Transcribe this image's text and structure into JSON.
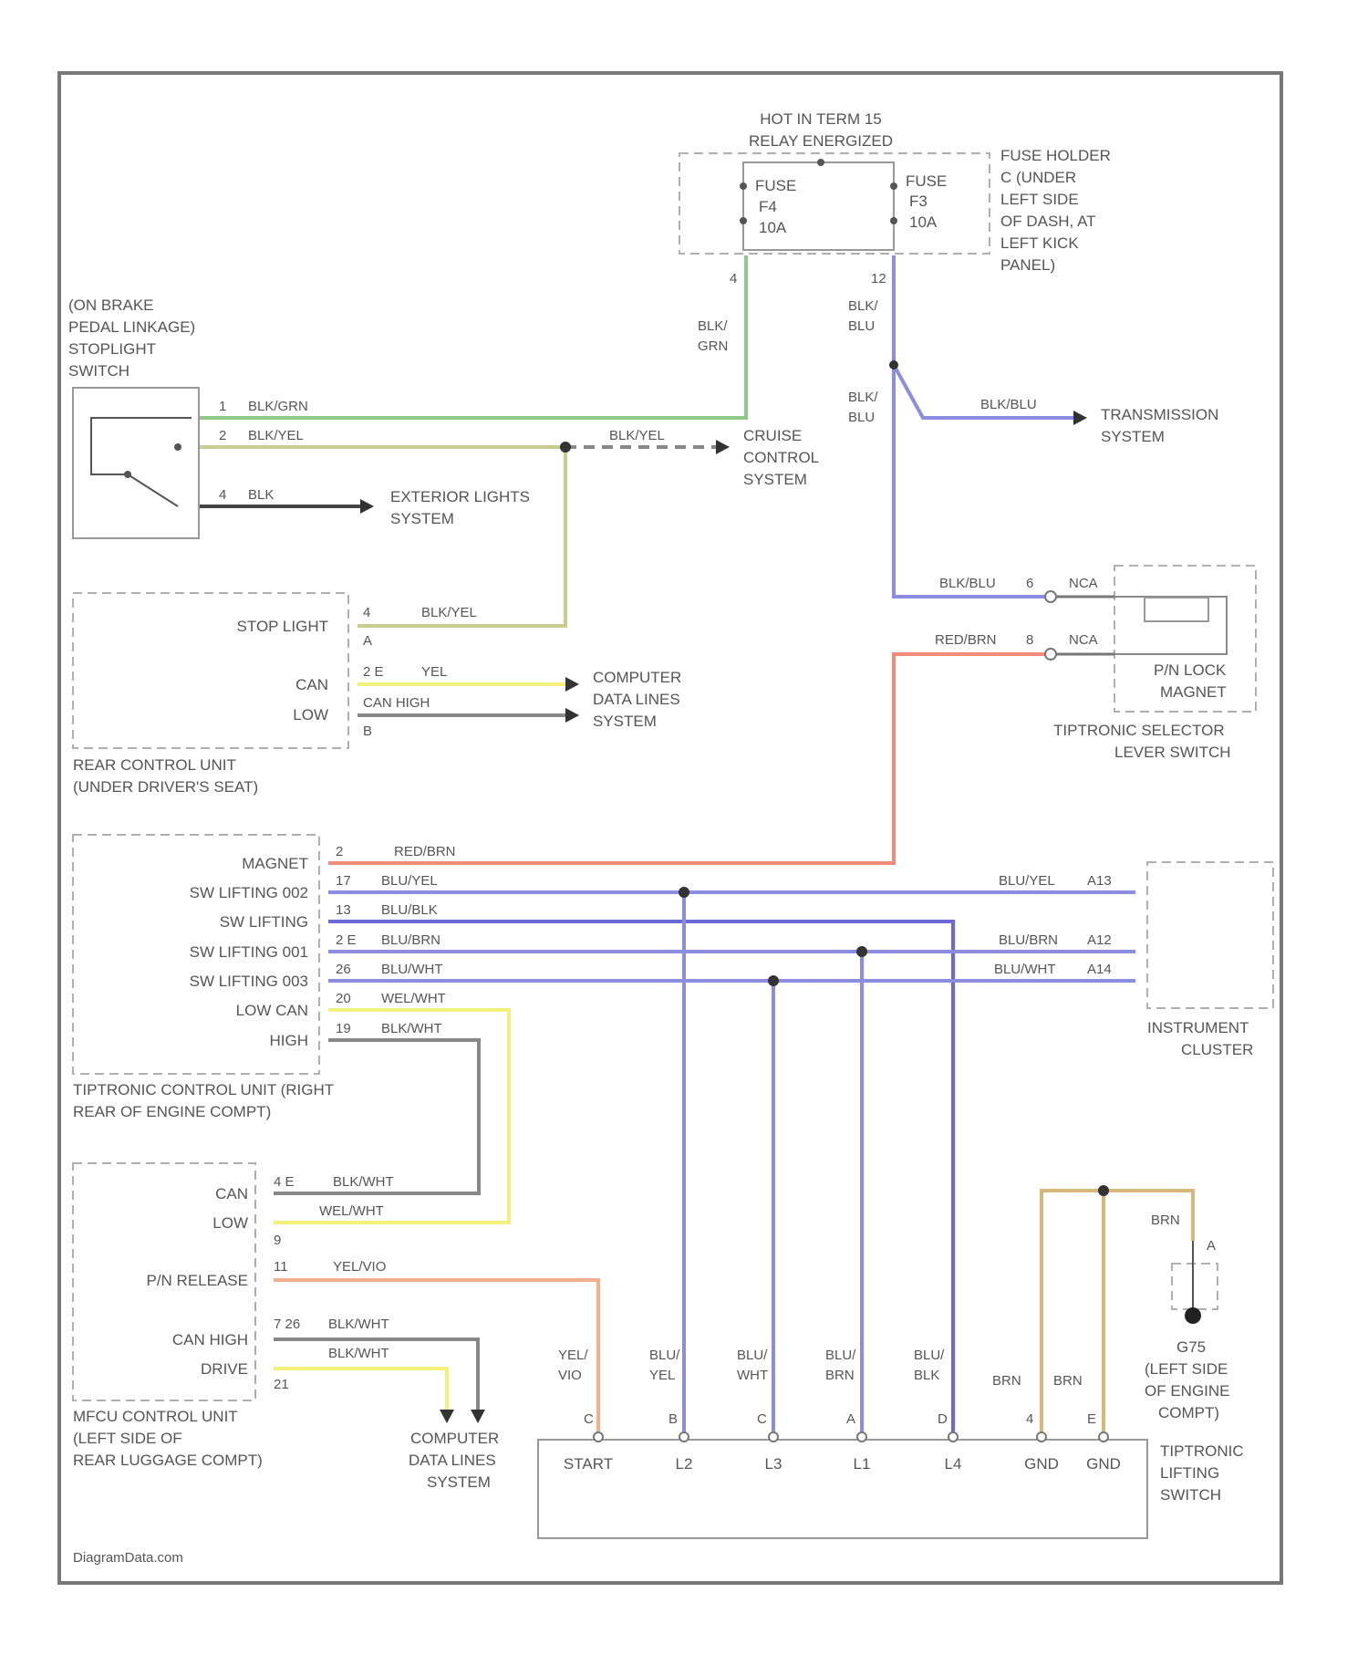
{
  "watermark": "DiagramData.com",
  "colors": {
    "blk_grn": "#8ec98a",
    "blk_yel": "#c9cc8e",
    "blue": "#8c8ce0",
    "dark_blue": "#6a6ad6",
    "red": "#f08a7a",
    "yellow": "#f2f27a",
    "gray": "#888888",
    "orange": "#f4b08e",
    "brown": "#d6b87a",
    "black": "#333333"
  },
  "fuse_block": {
    "header": [
      "HOT IN TERM 15",
      "RELAY ENERGIZED"
    ],
    "fuse_left": [
      "FUSE",
      "F4",
      "10A"
    ],
    "fuse_right": [
      "FUSE",
      "F3",
      "10A"
    ],
    "location": [
      "FUSE HOLDER",
      "C (UNDER",
      "LEFT SIDE",
      "OF DASH, AT",
      "LEFT KICK",
      "PANEL)"
    ],
    "pin_left": "4",
    "pin_right": "12",
    "wire_left": [
      "BLK/",
      "GRN"
    ],
    "wire_right": [
      "BLK/",
      "BLU"
    ],
    "wire_right_lower": [
      "BLK/",
      "BLU"
    ]
  },
  "stoplight_switch": {
    "title": [
      "(ON BRAKE",
      "PEDAL LINKAGE)",
      "STOPLIGHT",
      "SWITCH"
    ],
    "pins": [
      "1",
      "2",
      "4"
    ],
    "wires": [
      "BLK/GRN",
      "BLK/YEL",
      "BLK"
    ]
  },
  "cruise": {
    "wire": "BLK/YEL",
    "label": [
      "CRUISE",
      "CONTROL",
      "SYSTEM"
    ]
  },
  "exterior": {
    "label": [
      "EXTERIOR LIGHTS",
      "SYSTEM"
    ]
  },
  "transmission": {
    "wire": "BLK/BLU",
    "label": [
      "TRANSMISSION",
      "SYSTEM"
    ]
  },
  "rear_control_unit": {
    "labels": [
      "STOP LIGHT",
      "CAN",
      "LOW",
      "CAN HIGH"
    ],
    "pins": [
      "4",
      "A",
      "2 E",
      "B"
    ],
    "wire_stop": "BLK/YEL",
    "wire_can": "YEL",
    "caption": [
      "REAR CONTROL UNIT",
      "(UNDER DRIVER'S SEAT)"
    ]
  },
  "computer_data_1": [
    "COMPUTER",
    "DATA LINES",
    "SYSTEM"
  ],
  "selector_switch": {
    "wire1": "BLK/BLU",
    "pin1": "6",
    "nca1": "NCA",
    "wire2": "RED/BRN",
    "pin2": "8",
    "nca2": "NCA",
    "inner": [
      "P/N LOCK",
      "MAGNET"
    ],
    "caption": [
      "TIPTRONIC SELECTOR",
      "LEVER SWITCH"
    ]
  },
  "tcu": {
    "labels": [
      "MAGNET",
      "SW LIFTING 002",
      "SW LIFTING",
      "SW LIFTING 001",
      "SW LIFTING 003",
      "LOW CAN",
      "HIGH"
    ],
    "pins": [
      "2",
      "17",
      "13",
      "2 E",
      "26",
      "20",
      "19"
    ],
    "wires": [
      "RED/BRN",
      "BLU/YEL",
      "BLU/BLK",
      "BLU/BRN",
      "BLU/WHT",
      "WEL/WHT",
      "BLK/WHT"
    ],
    "caption": [
      "TIPTRONIC CONTROL UNIT (RIGHT",
      "REAR OF ENGINE COMPT)"
    ]
  },
  "instrument_cluster": {
    "wires": [
      "BLU/YEL",
      "BLU/BRN",
      "BLU/WHT"
    ],
    "pins": [
      "A13",
      "A12",
      "A14"
    ],
    "caption": [
      "INSTRUMENT",
      "CLUSTER"
    ]
  },
  "mfcu": {
    "labels": [
      "CAN",
      "LOW",
      "P/N RELEASE",
      "CAN HIGH",
      "DRIVE"
    ],
    "pins": [
      "4 E",
      "9",
      "11",
      "7 26",
      "21"
    ],
    "wires": [
      "BLK/WHT",
      "WEL/WHT",
      "YEL/VIO",
      "BLK/WHT",
      "BLK/WHT"
    ],
    "caption": [
      "MFCU CONTROL UNIT",
      "(LEFT SIDE OF",
      "REAR LUGGAGE COMPT)"
    ]
  },
  "computer_data_2": [
    "COMPUTER",
    "DATA LINES",
    "SYSTEM"
  ],
  "ground": {
    "wire": "BRN",
    "pin": "A",
    "label": [
      "G75",
      "(LEFT SIDE",
      "OF ENGINE",
      "COMPT)"
    ]
  },
  "lifting_switch": {
    "wires": [
      [
        "YEL/",
        "VIO"
      ],
      [
        "BLU/",
        "YEL"
      ],
      [
        "BLU/",
        "WHT"
      ],
      [
        "BLU/",
        "BRN"
      ],
      [
        "BLU/",
        "BLK"
      ],
      [
        "BRN"
      ],
      [
        "BRN"
      ]
    ],
    "pins": [
      "C",
      "B",
      "C",
      "A",
      "D",
      "4",
      "E"
    ],
    "terminals": [
      "START",
      "L2",
      "L3",
      "L1",
      "L4",
      "GND",
      "GND"
    ],
    "caption": [
      "TIPTRONIC",
      "LIFTING",
      "SWITCH"
    ]
  }
}
